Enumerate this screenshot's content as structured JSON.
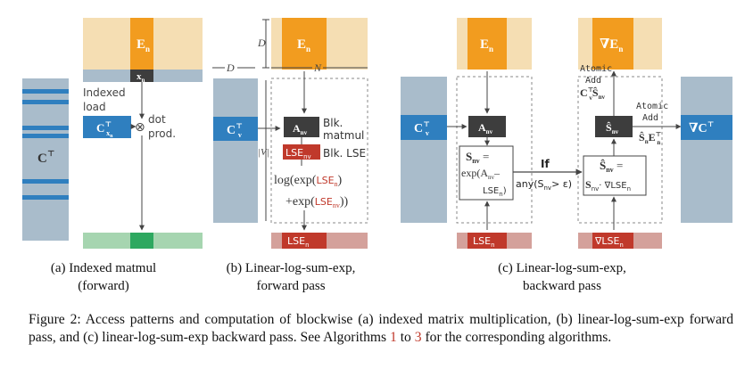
{
  "colors": {
    "peach": "#f5deb3",
    "orange": "#f29c1f",
    "steel": "#a9bccb",
    "blue_dark": "#2f7fbf",
    "green_light": "#a6d5b0",
    "green_dark": "#2ea860",
    "red": "#c0392b",
    "pink": "#d4a19b",
    "chip_dark": "#3d3d3d"
  },
  "panel_a": {
    "E_label": "E",
    "E_sub": "n",
    "x_label": "x",
    "x_sub": "n",
    "C_label": "C",
    "C_sup": "⊤",
    "Cx_label": "C",
    "Cx_sup": "⊤",
    "Cx_sub": "x",
    "Cx_subsub": "n",
    "indexed_load": [
      "Indexed",
      "load"
    ],
    "dot_prod": [
      "dot",
      "prod."
    ],
    "otimes": "⊗",
    "caption": [
      "(a) Indexed matmul",
      "(forward)"
    ]
  },
  "panel_b": {
    "D": "D",
    "N": "N",
    "V": "|V|",
    "E_label": "E",
    "E_sub": "n",
    "C_label": "C",
    "C_sup": "⊤",
    "C_sub": "v",
    "A_label": "A",
    "A_sub": "nv",
    "blk_matmul": [
      "Blk.",
      "matmul"
    ],
    "LSE_nv": "LSE",
    "LSE_nv_sub": "nv",
    "blk_lse": "Blk. LSE",
    "log_line": "log",
    "exp_a": "exp",
    "lse_a": "LSE",
    "lse_a_sub": "n",
    "exp_b": "+exp",
    "lse_b": "LSE",
    "lse_b_sub": "nv",
    "lse_out": "LSE",
    "lse_out_sub": "n",
    "caption": [
      "(b) Linear-log-sum-exp,",
      "forward pass"
    ]
  },
  "panel_c": {
    "E_label": "E",
    "E_sub": "n",
    "gradE_label": "∇E",
    "gradE_sub": "n",
    "C_label": "C",
    "C_sup": "⊤",
    "C_sub": "v",
    "gradC_label": "∇C",
    "gradC_sup": "⊤",
    "A_label": "A",
    "A_sub": "nv",
    "S_label": "S",
    "S_sub": "nv",
    "S_expr": [
      "exp(A",
      "nv",
      "–",
      "LSE",
      "n",
      ")"
    ],
    "if_label": "If",
    "any_label": "any(S",
    "any_sub": "nv",
    "any_rest": "> ε)",
    "Shat_label": "Ŝ",
    "Shat_sub": "nv",
    "Shat_expr": [
      "S",
      "nv",
      "· ∇LSE",
      "n"
    ],
    "atomic_add_top": [
      "Atomic",
      "Add"
    ],
    "atomic_add_top_expr": [
      "C",
      "⊤",
      "v",
      "Ŝ",
      "nv"
    ],
    "atomic_add_right": [
      "Atomic",
      "Add"
    ],
    "atomic_add_right_expr": [
      "Ŝ",
      "n",
      "E",
      "⊤",
      "n"
    ],
    "lse_in": "LSE",
    "lse_in_sub": "n",
    "grad_lse": "∇LSE",
    "grad_lse_sub": "n",
    "caption": [
      "(c) Linear-log-sum-exp,",
      "backward pass"
    ]
  },
  "figure_caption": {
    "prefix": "Figure 2:  Access patterns and computation of blockwise (a) indexed matrix multiplication, (b) linear-log-sum-exp forward pass, and (c) linear-log-sum-exp backward pass. See Algorithms ",
    "ref1": "1",
    "mid": " to ",
    "ref2": "3",
    "suffix": " for the corresponding algorithms."
  }
}
